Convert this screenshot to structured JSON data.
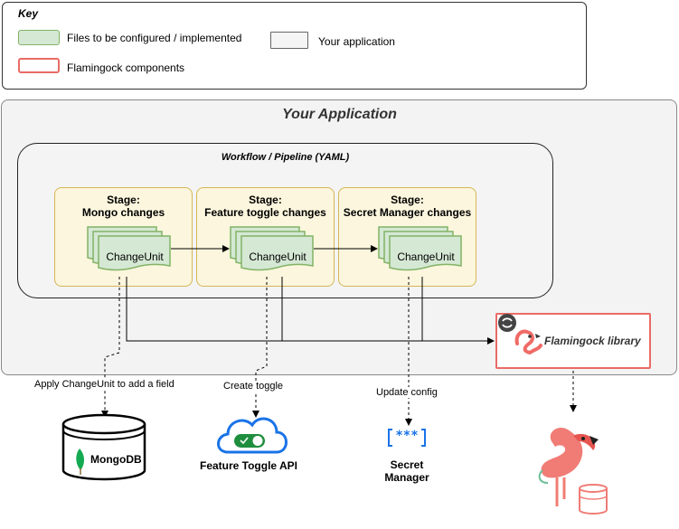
{
  "key": {
    "title": "Key",
    "files_label": "Files to be configured / implemented",
    "components_label": "Flamingock components",
    "app_label": "Your application",
    "colors": {
      "files_fill": "#d5e8d4",
      "files_border": "#82b366",
      "component_fill": "#ffffff",
      "component_border": "#ea6b66",
      "app_fill": "#f5f5f5",
      "app_border": "#666666"
    }
  },
  "app": {
    "title": "Your Application"
  },
  "workflow": {
    "title": "Workflow / Pipeline (YAML)"
  },
  "stages": [
    {
      "line1": "Stage:",
      "line2": "Mongo changes",
      "unit": "ChangeUnit"
    },
    {
      "line1": "Stage:",
      "line2": "Feature toggle changes",
      "unit": "ChangeUnit"
    },
    {
      "line1": "Stage:",
      "line2": "Secret Manager changes",
      "unit": "ChangeUnit"
    }
  ],
  "library": {
    "label": "Flamingock library",
    "icons": [
      "sync-icon",
      "flamingo-icon"
    ]
  },
  "targets": [
    {
      "edge_label": "Apply ChangeUnit to add a field",
      "name": "MongoDB",
      "icon": "database-icon"
    },
    {
      "edge_label": "Create toggle",
      "name": "Feature Toggle API",
      "icon": "cloud-toggle-icon"
    },
    {
      "edge_label": "Update config",
      "name_line1": "Secret",
      "name_line2": "Manager",
      "icon": "secret-manager-icon",
      "glyph": "***"
    }
  ],
  "flamingo_logo": {
    "icon": "flamingo-database-icon"
  },
  "colors": {
    "stage_fill": "#fbf6dd",
    "stage_border": "#d6b656",
    "unit_fill": "#d5e8d4",
    "unit_border": "#82b366",
    "accent_red": "#ea6b66",
    "mongo_green": "#13aa52",
    "cloud_blue": "#1a73e8"
  }
}
